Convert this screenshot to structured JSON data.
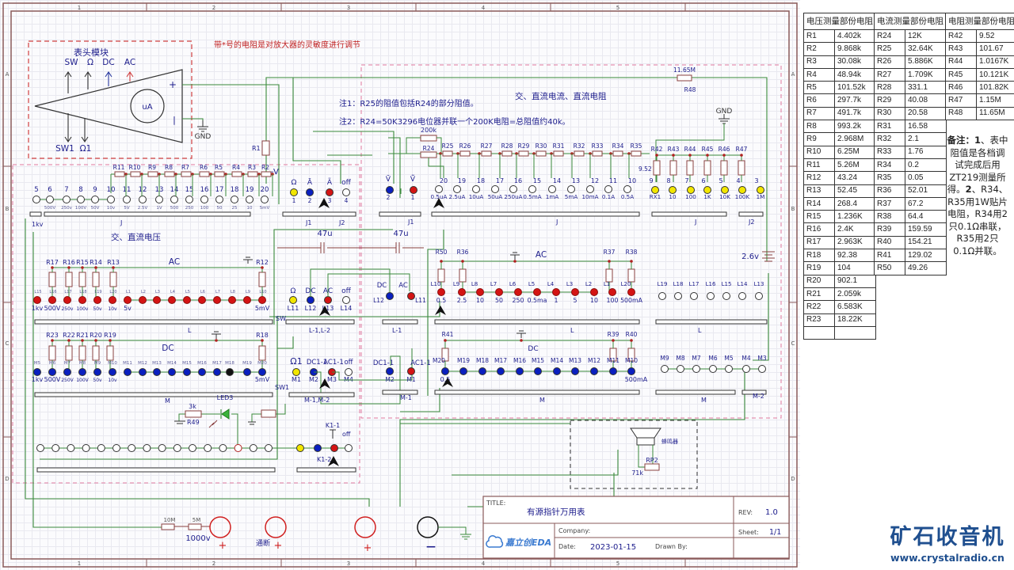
{
  "sheet": {
    "border_columns": [
      "1",
      "2",
      "3",
      "4",
      "5"
    ],
    "border_rows": [
      "A",
      "B",
      "C",
      "D"
    ],
    "note_sensitivity": "带*号的电阻是对放大器的灵敏度进行调节",
    "note1": "注1：R25的阻值包括R24的部分阻值。",
    "note2": "注2：R24=50K3296电位器并联一个200K电阻=总阻值约40k。",
    "meter_module": {
      "title": "表头模块",
      "top_arrows": [
        "SW",
        "Ω",
        "DC",
        "AC"
      ],
      "bottom_arrows": [
        "SW1",
        "Ω1"
      ],
      "meter_label": "uA",
      "plus": "+",
      "minus": "|",
      "gnd": "GND"
    },
    "r1_label": "R1",
    "minus_v": "-V",
    "voltage_section": {
      "title": "交、直流电压",
      "resistors": [
        "R11",
        "R10",
        "R9",
        "R8",
        "R7",
        "R6",
        "R5",
        "R4",
        "R3",
        "R2"
      ],
      "contact_numbers": [
        "5",
        "6",
        "7",
        "8",
        "9",
        "10",
        "11",
        "12",
        "13",
        "14",
        "15",
        "16",
        "17",
        "18",
        "19",
        "20"
      ],
      "range_labels": [
        "500V",
        "250v",
        "100V",
        "50V",
        "10v",
        "5V",
        "2.5V",
        "1V",
        "500",
        "250",
        "100",
        "50",
        "25",
        "10",
        "5mV"
      ],
      "bar_labels": [
        "1kv",
        "J"
      ]
    },
    "j1j2_left": {
      "symbols": [
        "Ω",
        "Ā",
        "Ã",
        "off"
      ],
      "numbers": [
        "1",
        "2",
        "3",
        "4"
      ],
      "colors": [
        "#f2e600",
        "#0a1fbf",
        "#d41414",
        "#ffffff"
      ],
      "bar_labels": [
        "J1",
        "J2"
      ]
    },
    "current_section": {
      "title": "交、直流电流、直流电阻",
      "r48_value": "11.65M",
      "r48_label": "R48",
      "r24_value": "200k",
      "r24_label": "R24",
      "gnd": "GND",
      "resistors": [
        "R25",
        "R26",
        "R27",
        "R28",
        "R29",
        "R30",
        "R31",
        "R32",
        "R33",
        "R34",
        "R35"
      ],
      "ohm_resistors": [
        "R42",
        "R43",
        "R44",
        "R45",
        "R46",
        "R47"
      ],
      "r42_value": "9.52",
      "v_symbols": [
        "V̄",
        "Ṽ"
      ],
      "v_numbers": [
        "2",
        "1"
      ],
      "contact_numbers": [
        "20",
        "19",
        "18",
        "17",
        "16",
        "15",
        "14",
        "13",
        "12",
        "11",
        "10"
      ],
      "range_labels": [
        "0.5uA",
        "2.5uA",
        "10uA",
        "50uA",
        "250uA",
        "0.5mA",
        "1mA",
        "5mA",
        "10mA",
        "0.1A",
        "0.5A"
      ],
      "ohm_numbers": [
        "9",
        "8",
        "7",
        "6",
        "5",
        "4",
        "3"
      ],
      "ohm_labels": [
        "RX1",
        "10",
        "100",
        "1K",
        "10K",
        "100K",
        "1M"
      ],
      "bar_labels": [
        "J1",
        "J",
        "J",
        "J2"
      ]
    },
    "caps": [
      "47u",
      "47u"
    ],
    "battery": "2.6v",
    "ac_voltage": {
      "title": "AC",
      "resistors": [
        "R17",
        "R16",
        "R15",
        "R14",
        "R13",
        "R12"
      ],
      "contact_labels": [
        "L15",
        "L16",
        "L17",
        "L18",
        "L19",
        "L20",
        "L1",
        "L2",
        "L3",
        "L4",
        "L5",
        "L6",
        "L7",
        "L8",
        "L9",
        "L10"
      ],
      "range_labels": [
        "1kv",
        "500V",
        "250v",
        "100v",
        "50v",
        "10v",
        "5v",
        "5mV"
      ],
      "bar_label": "L",
      "sw_label": "SW"
    },
    "l_switch": {
      "symbols": [
        "Ω",
        "DC",
        "AC",
        "off"
      ],
      "labels": [
        "L11",
        "L12",
        "L13",
        "L14"
      ],
      "bar_label": "L-1,L-2",
      "l1_symbols": [
        "DC",
        "AC"
      ],
      "l1_labels": [
        "L12",
        "L11"
      ],
      "l1_bar": "L-1"
    },
    "ac_current": {
      "title": "AC",
      "resistors": [
        "R50",
        "R36",
        "R37",
        "R38"
      ],
      "contact_labels": [
        "L10",
        "L9",
        "L8",
        "L7",
        "L6",
        "L5",
        "L4",
        "L3",
        "L2",
        "L1",
        "L20"
      ],
      "range_labels": [
        "0.5",
        "2.5",
        "10",
        "50",
        "250",
        "0.5ma",
        "1",
        "5",
        "10",
        "100",
        "500mA"
      ],
      "bar_label": "L",
      "right_labels": [
        "L19",
        "L18",
        "L17",
        "L16",
        "L15",
        "L14",
        "L13"
      ],
      "right_bar": "L"
    },
    "dc_voltage": {
      "title": "DC",
      "resistors": [
        "R23",
        "R22",
        "R21",
        "R20",
        "R19",
        "R18"
      ],
      "contact_labels": [
        "M5",
        "M6",
        "M7",
        "M8",
        "M9",
        "M10",
        "M11",
        "M12",
        "M13",
        "M14",
        "M15",
        "M16",
        "M17",
        "M18",
        "M19",
        "M20"
      ],
      "range_labels": [
        "1kv",
        "500V",
        "250V",
        "100V",
        "50v",
        "10v",
        "5mV"
      ],
      "bar_label": "M"
    },
    "m_switch": {
      "symbols": [
        "Ω1",
        "DC1-1",
        "AC1-1",
        "off"
      ],
      "labels": [
        "M1",
        "M2",
        "M3",
        "M4"
      ],
      "bar_label": "M-1,M-2",
      "sw_label": "SW1",
      "m1_symbols": [
        "DC1-1",
        "AC1-1"
      ],
      "m1_labels": [
        "M2",
        "M1"
      ],
      "m1_bar": "M-1"
    },
    "dc_current": {
      "title": "DC",
      "resistors": [
        "R41",
        "R39",
        "R40"
      ],
      "contact_labels": [
        "M20",
        "M19",
        "M18",
        "M17",
        "M16",
        "M15",
        "M14",
        "M13",
        "M12",
        "M11",
        "M10"
      ],
      "range_labels": [
        "0.5",
        "500mA"
      ],
      "bar_label": "M",
      "right_labels": [
        "M9",
        "M8",
        "M7",
        "M6",
        "M5",
        "M4",
        "M3"
      ],
      "right_bar": "M",
      "m2_bar": "M-2"
    },
    "led": {
      "label": "LED3",
      "r_value": "3k",
      "r_label": "R49"
    },
    "k1": {
      "k11": "K1-1",
      "k12": "K1-2",
      "off": "off"
    },
    "buzzer": {
      "label": "蜂鸣器",
      "rp_label": "RP2",
      "rp_value": "71k"
    },
    "jacks": {
      "r_values": [
        "10M",
        "5M"
      ],
      "labels": [
        "1000v",
        "通断",
        "",
        ""
      ],
      "plus": "+",
      "minus": "—"
    },
    "title_block": {
      "title_label": "TITLE:",
      "title": "有源指针万用表",
      "rev_label": "REV:",
      "rev": "1.0",
      "company_label": "Company:",
      "company": "",
      "sheet_label": "Sheet:",
      "sheet": "1/1",
      "date_label": "Date:",
      "date": "2023-01-15",
      "drawn_label": "Drawn By:",
      "drawn": "",
      "logo": "嘉立创EDA"
    }
  },
  "tables": {
    "voltage": {
      "header": "电压测量部份电阻",
      "rows": [
        [
          "R1",
          "4.402k"
        ],
        [
          "R2",
          "9.868k"
        ],
        [
          "R3",
          "30.08k"
        ],
        [
          "R4",
          "48.94k"
        ],
        [
          "R5",
          "101.52k"
        ],
        [
          "R6",
          "297.7k"
        ],
        [
          "R7",
          "491.7k"
        ],
        [
          "R8",
          "993.2k"
        ],
        [
          "R9",
          "2.968M"
        ],
        [
          "R10",
          "6.25M"
        ],
        [
          "R11",
          "5.26M"
        ],
        [
          "R12",
          "43.24"
        ],
        [
          "R13",
          "52.45"
        ],
        [
          "R14",
          "268.4"
        ],
        [
          "R15",
          "1.236K"
        ],
        [
          "R16",
          "2.4K"
        ],
        [
          "R17",
          "2.963K"
        ],
        [
          "R18",
          "92.38"
        ],
        [
          "R19",
          "104"
        ],
        [
          "R20",
          "902.1"
        ],
        [
          "R21",
          "2.059k"
        ],
        [
          "R22",
          "6.583K"
        ],
        [
          "R23",
          "18.22K"
        ],
        [
          "",
          ""
        ]
      ]
    },
    "current": {
      "header": "电流测量部份电阻",
      "rows": [
        [
          "R24",
          "12K"
        ],
        [
          "R25",
          "32.64K"
        ],
        [
          "R26",
          "5.886K"
        ],
        [
          "R27",
          "1.709K"
        ],
        [
          "R28",
          "331.1"
        ],
        [
          "R29",
          "40.08"
        ],
        [
          "R30",
          "20.58"
        ],
        [
          "R31",
          "16.58"
        ],
        [
          "R32",
          "2.1"
        ],
        [
          "R33",
          "1.76"
        ],
        [
          "R34",
          "0.2"
        ],
        [
          "R35",
          "0.05"
        ],
        [
          "R36",
          "52.01"
        ],
        [
          "R37",
          "67.2"
        ],
        [
          "R38",
          "64.4"
        ],
        [
          "R39",
          "159.59"
        ],
        [
          "R40",
          "154.21"
        ],
        [
          "R41",
          "129.02"
        ],
        [
          "R50",
          "49.26"
        ]
      ]
    },
    "resistance": {
      "header": "电阻测量部份电阻",
      "rows": [
        [
          "R42",
          "9.52"
        ],
        [
          "R43",
          "101.67"
        ],
        [
          "R44",
          "1.0167K"
        ],
        [
          "R45",
          "10.121K"
        ],
        [
          "R46",
          "101.82K"
        ],
        [
          "R47",
          "1.15M"
        ],
        [
          "R48",
          "11.65M"
        ]
      ]
    }
  },
  "remark": {
    "label": "备注：",
    "n1": "1",
    "t1": "、表中阻值是各档调试完成后用ZT219测量所得。",
    "n2": "2",
    "t2": "、R34、R35用1W贴片电阻，R34用2只0.1Ω串联，R35用2只0.1Ω并联。"
  },
  "brand": {
    "name": "矿石收音机",
    "url": "www.crystalradio.cn"
  }
}
